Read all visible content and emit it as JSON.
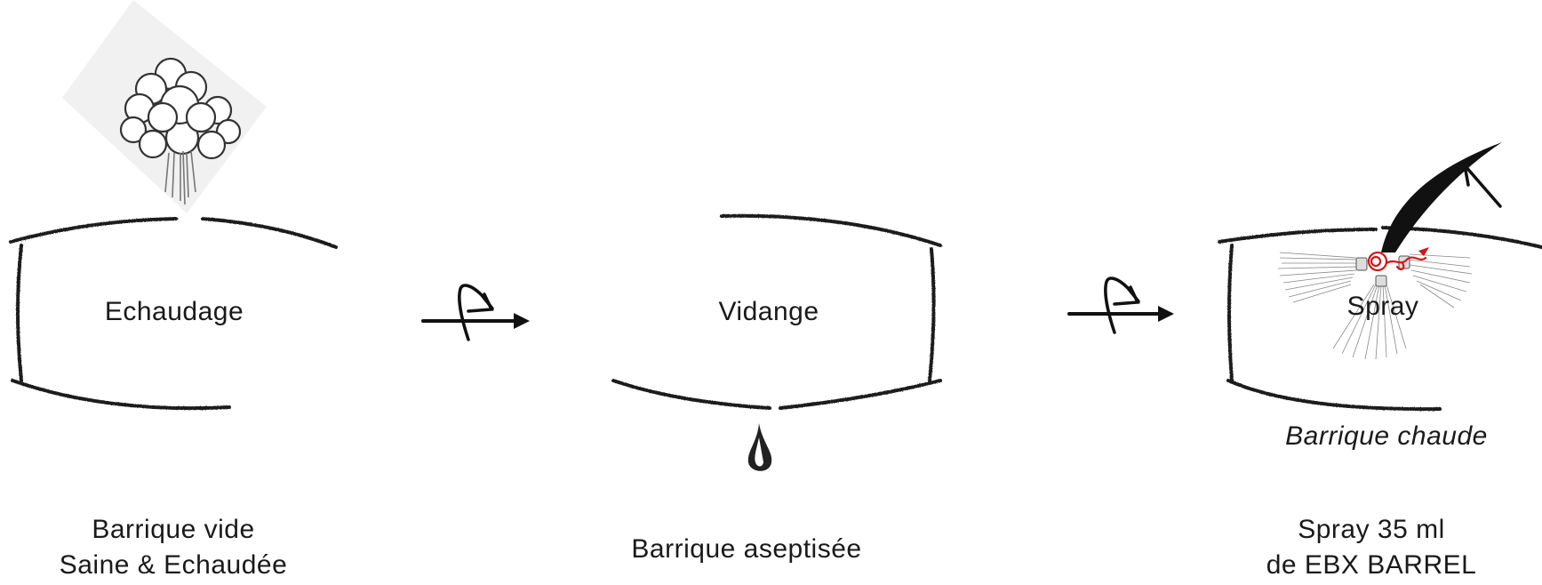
{
  "steps": [
    {
      "inner_label": "Echaudage",
      "caption_lines": [
        "Barrique vide",
        "Saine & Echaudée"
      ]
    },
    {
      "inner_label": "Vidange",
      "caption_lines": [
        "Barrique aseptisée"
      ]
    },
    {
      "inner_label": "Spray",
      "note": "Barrique chaude",
      "caption_lines": [
        "Spray 35 ml",
        "de EBX BARREL"
      ]
    }
  ],
  "icons": {
    "step1": "steam-cloud-icon",
    "step2": "water-drop-icon",
    "step3": "spray-nozzle-icon",
    "transition": "rotate-arrow-icon"
  },
  "colors": {
    "ink": "#1a1a1a",
    "accent": "#d01818"
  }
}
